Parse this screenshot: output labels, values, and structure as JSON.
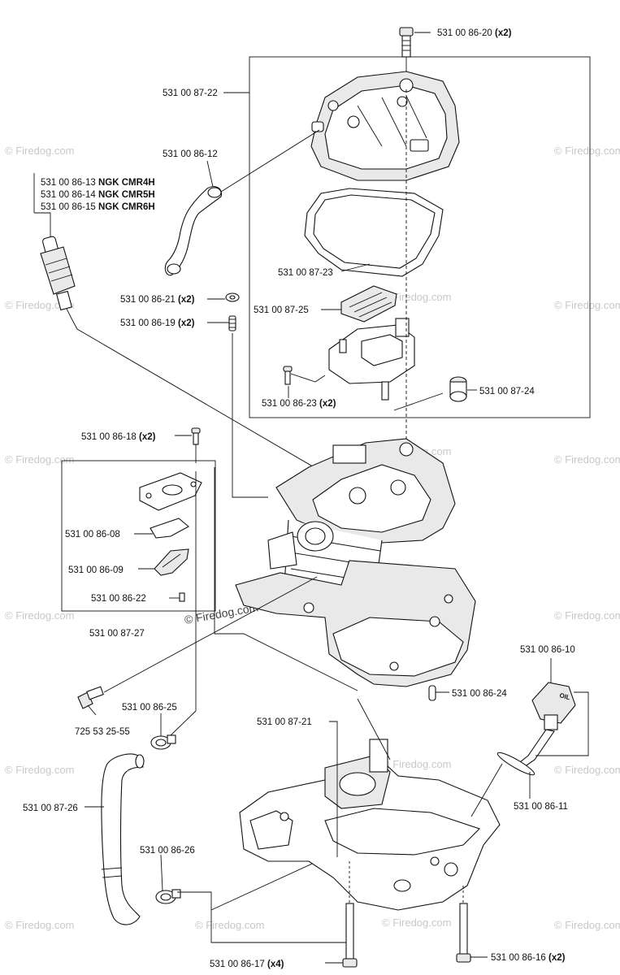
{
  "labels": {
    "bolt_top": {
      "part": "531 00 86-20",
      "qty": "(x2)"
    },
    "cover": {
      "part": "531 00 87-22"
    },
    "hose": {
      "part": "531 00 86-12"
    },
    "plug1": {
      "part": "531 00 86-13",
      "spec": "NGK CMR4H"
    },
    "plug2": {
      "part": "531 00 86-14",
      "spec": "NGK CMR5H"
    },
    "plug3": {
      "part": "531 00 86-15",
      "spec": "NGK CMR6H"
    },
    "gasket": {
      "part": "531 00 87-23"
    },
    "washer": {
      "part": "531 00 86-21",
      "qty": "(x2)"
    },
    "filter": {
      "part": "531 00 87-25"
    },
    "stud": {
      "part": "531 00 86-19",
      "qty": "(x2)"
    },
    "screw_small": {
      "part": "531 00 86-23",
      "qty": "(x2)"
    },
    "cap": {
      "part": "531 00 87-24"
    },
    "screw_kit": {
      "part": "531 00 86-18",
      "qty": "(x2)"
    },
    "plate": {
      "part": "531 00 86-08"
    },
    "bracket": {
      "part": "531 00 86-09"
    },
    "screw_kit2": {
      "part": "531 00 86-22"
    },
    "kit": {
      "part": "531 00 87-27"
    },
    "oil_cap": {
      "part": "531 00 86-10"
    },
    "pin": {
      "part": "531 00 86-24"
    },
    "clamp_top": {
      "part": "531 00 86-25"
    },
    "crankcase": {
      "part": "531 00 87-21"
    },
    "plug_bolt": {
      "part": "725 53 25-55"
    },
    "oring": {
      "part": "531 00 86-11"
    },
    "tube": {
      "part": "531 00 87-26"
    },
    "clamp_bottom": {
      "part": "531 00 86-26"
    },
    "bolt_bottom": {
      "part": "531 00 86-17",
      "qty": "(x4)"
    },
    "bolt_right": {
      "part": "531 00 86-16",
      "qty": "(x2)"
    }
  },
  "watermark": "© Firedog.com",
  "oil_text": "OIL"
}
